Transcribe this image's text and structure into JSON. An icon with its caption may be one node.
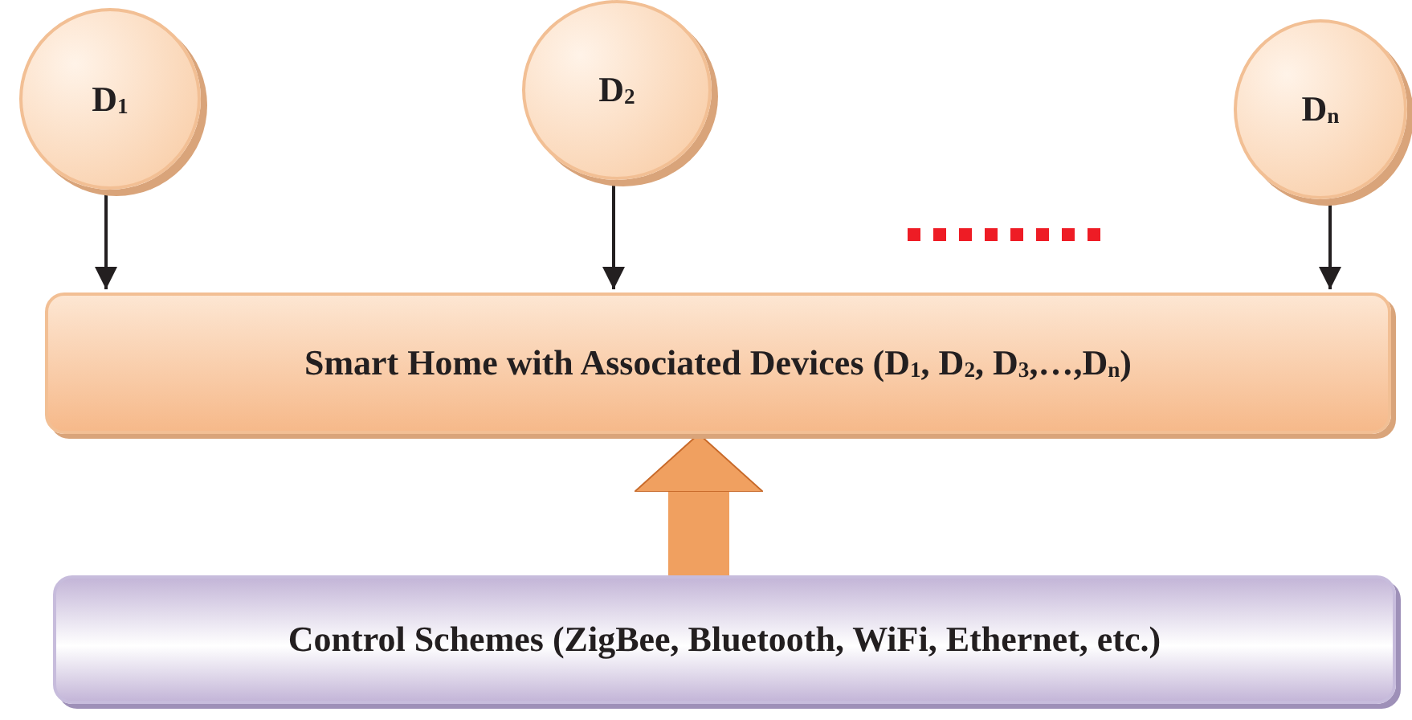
{
  "diagram": {
    "nodes": [
      {
        "text": [
          "D$_{1}$"
        ]
      },
      {
        "text": [
          "D$_{2}$"
        ]
      },
      {
        "text": [
          "D$_{n}$"
        ]
      },
      {
        "text": [
          "Smart Home with Associated Devices (D$_{1}$, D$_{2}$, D$_{3}$,…,D$_{n}$)"
        ]
      },
      {
        "text": [
          "Control Schemes (ZigBee, Bluetooth, WiFi, Ethernet, etc.)"
        ]
      }
    ],
    "edges": [
      {
        "from": 0,
        "to": 3,
        "arrow": "to"
      },
      {
        "from": 1,
        "to": 3,
        "arrow": "to"
      },
      {
        "from": 2,
        "to": 3,
        "arrow": "to"
      },
      {
        "from": 4,
        "to": 3,
        "arrow": "to",
        "style": "thick",
        "color": "#f0a060"
      }
    ]
  }
}
